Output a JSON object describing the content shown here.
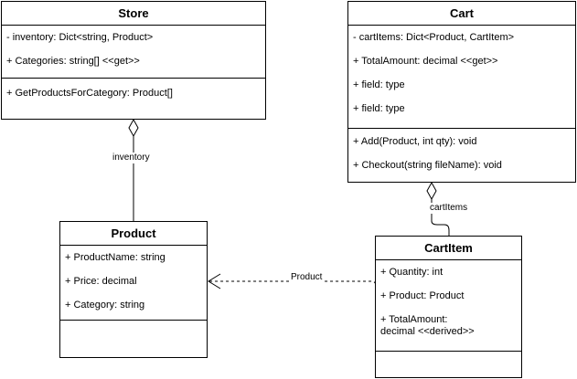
{
  "classes": {
    "store": {
      "name": "Store",
      "attributes": [
        "- inventory: Dict<string, Product>",
        "+ Categories: string[] <<get>>"
      ],
      "operations": [
        "+ GetProductsForCategory: Product[]"
      ]
    },
    "cart": {
      "name": "Cart",
      "attributes": [
        "- cartItems: Dict<Product, CartItem>",
        "+ TotalAmount: decimal <<get>>",
        "+ field: type",
        "+ field: type"
      ],
      "operations": [
        "+ Add(Product, int qty): void",
        "+ Checkout(string fileName): void"
      ]
    },
    "product": {
      "name": "Product",
      "attributes": [
        "+ ProductName: string",
        "+ Price: decimal",
        "+ Category: string"
      ],
      "operations": []
    },
    "cartitem": {
      "name": "CartItem",
      "attributes": [
        "+ Quantity: int",
        "+ Product: Product",
        "+ TotalAmount: decimal <<derived>>"
      ],
      "operations": []
    }
  },
  "relations": {
    "store_product": {
      "label": "inventory",
      "kind": "aggregation"
    },
    "cart_cartitem": {
      "label": "cartItems",
      "kind": "aggregation"
    },
    "cartitem_product": {
      "label": "Product",
      "kind": "dependency"
    }
  }
}
